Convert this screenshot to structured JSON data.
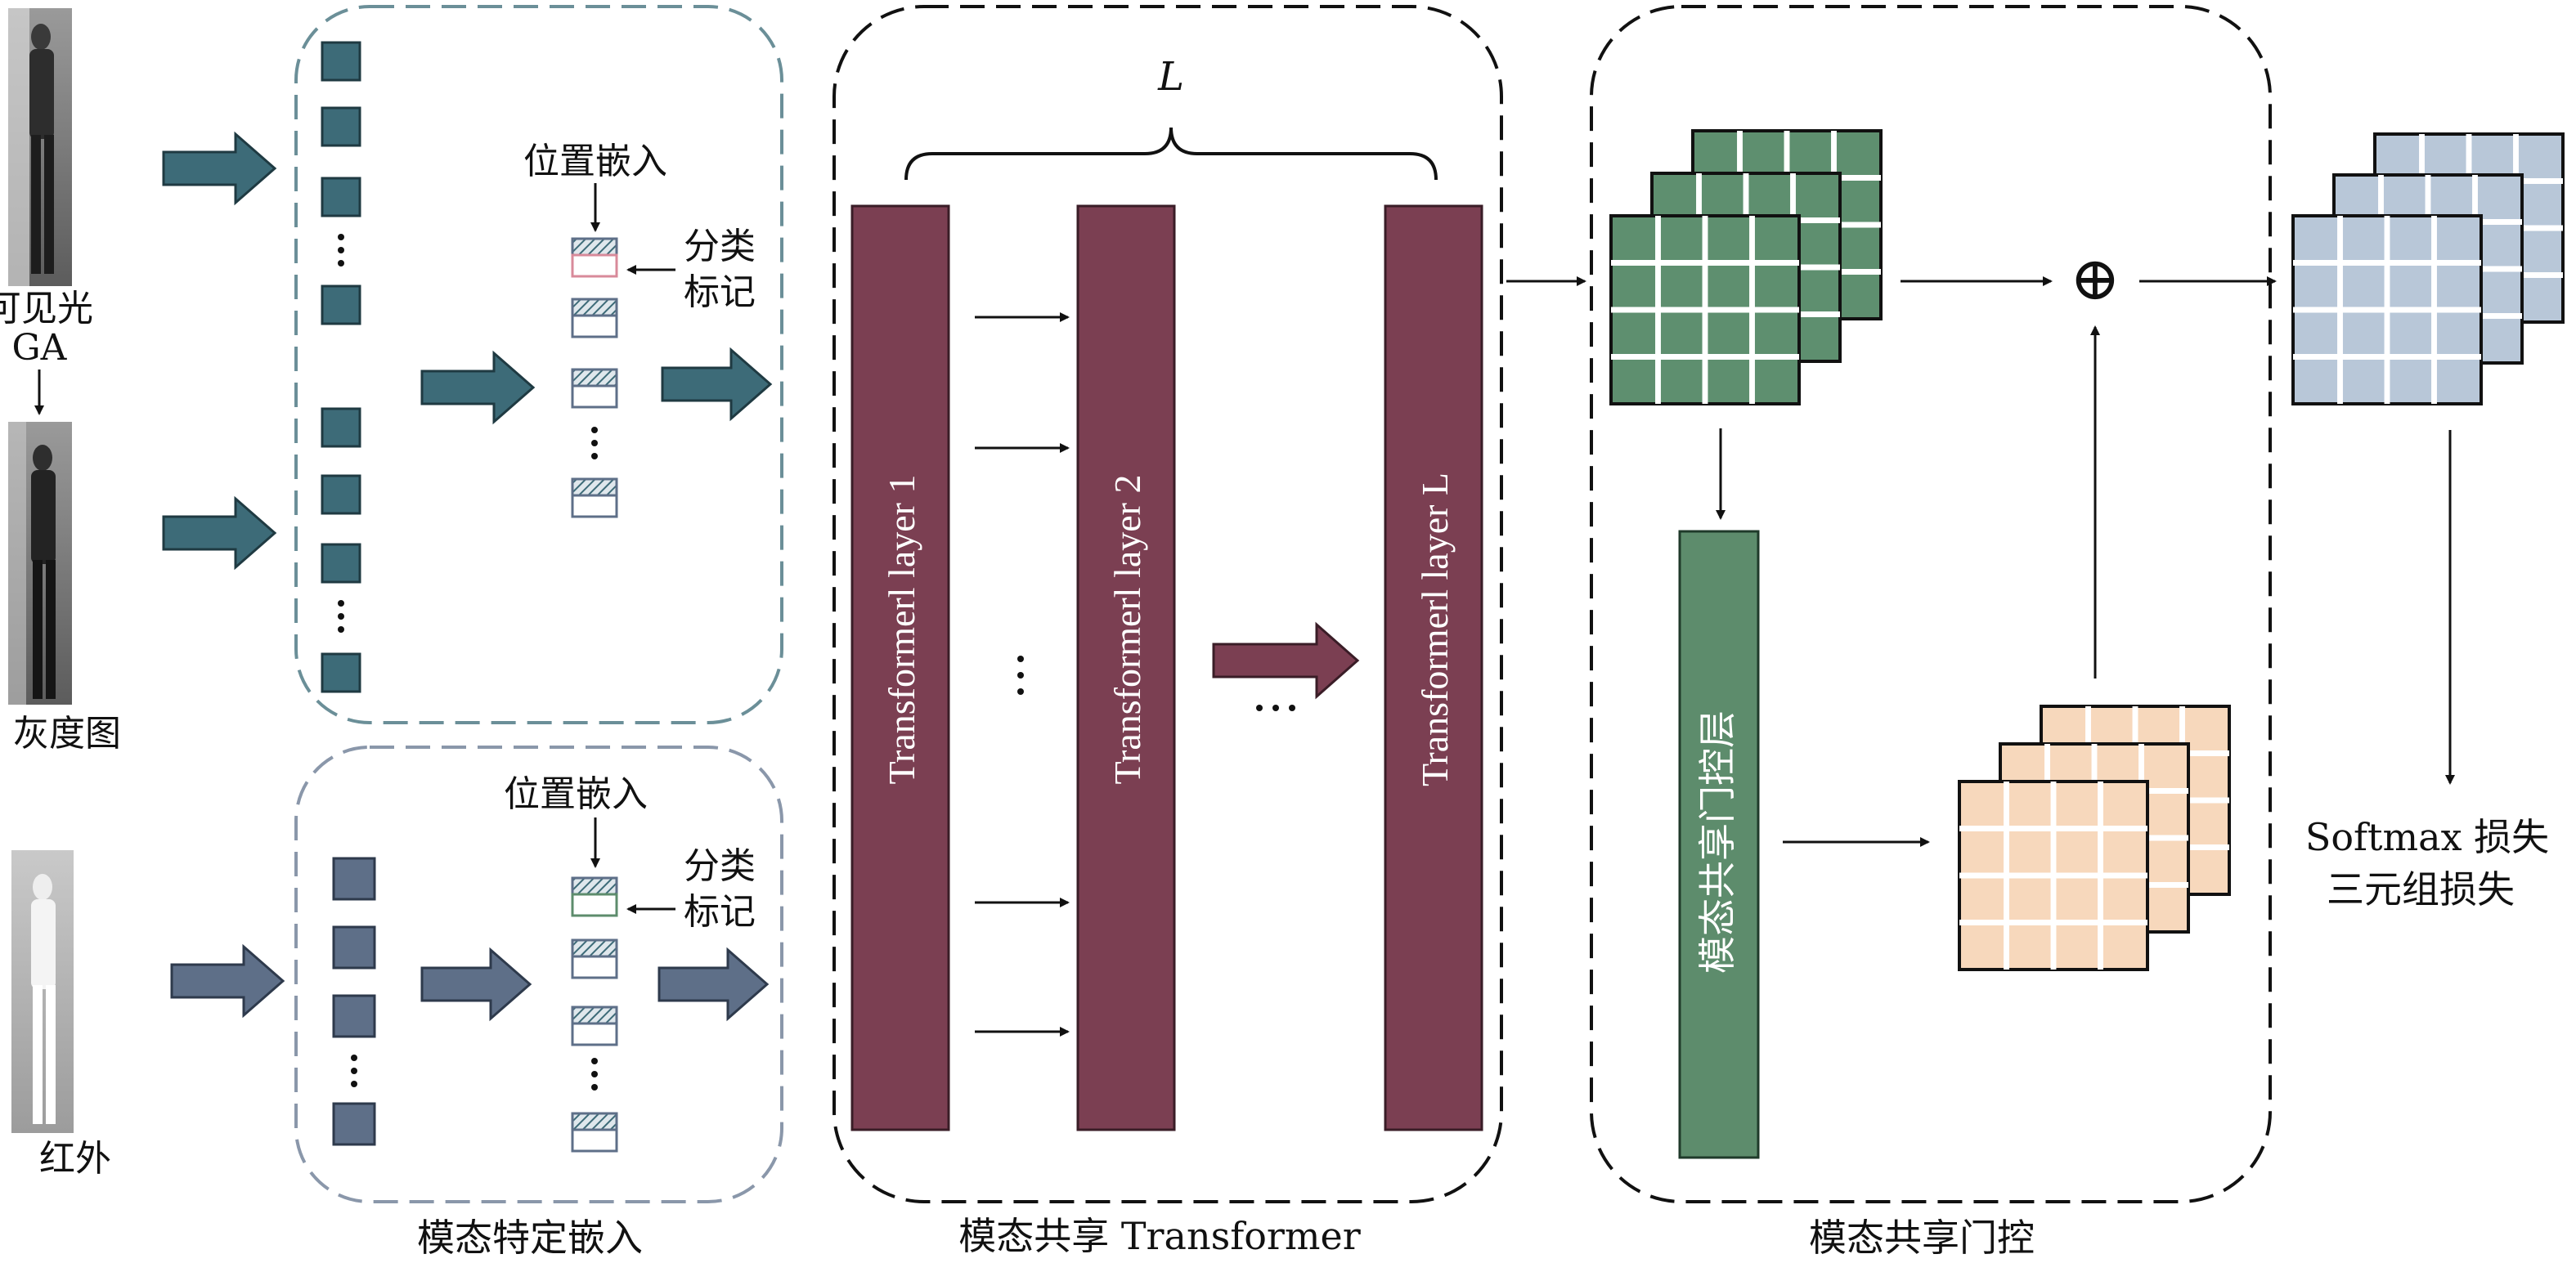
{
  "inputs": {
    "visible_label": "可见光",
    "ga_label": "GA",
    "gray_label": "灰度图",
    "ir_label": "红外"
  },
  "embedding": {
    "pos_embed_label_top": "位置嵌入",
    "cls_token_label_top": [
      "分类",
      "标记"
    ],
    "pos_embed_label_bottom": "位置嵌入",
    "cls_token_label_bottom": [
      "分类",
      "标记"
    ],
    "section_title": "模态特定嵌入"
  },
  "transformer": {
    "depth_label": "L",
    "layers": [
      "Transformerl layer 1",
      "Transformerl layer 2",
      "Transformerl layer L"
    ],
    "section_title": "模态共享 Transformer"
  },
  "gate": {
    "gate_layer_label": "模态共享门控层",
    "add_symbol": "⊕",
    "section_title": "模态共享门控"
  },
  "loss": {
    "line1": "Softmax 损失",
    "line2": "三元组损失"
  },
  "colors": {
    "teal": "#3d6b78",
    "slate": "#5e6f88",
    "transformer": "#7b3f52",
    "gate_green": "#5d8c6c",
    "feat_green": "#5e8f6f",
    "feat_peach": "#f7d8bc",
    "feat_blue": "#b8c7d8",
    "dash_teal": "#6b8f98",
    "dash_slate": "#8a97aa"
  }
}
